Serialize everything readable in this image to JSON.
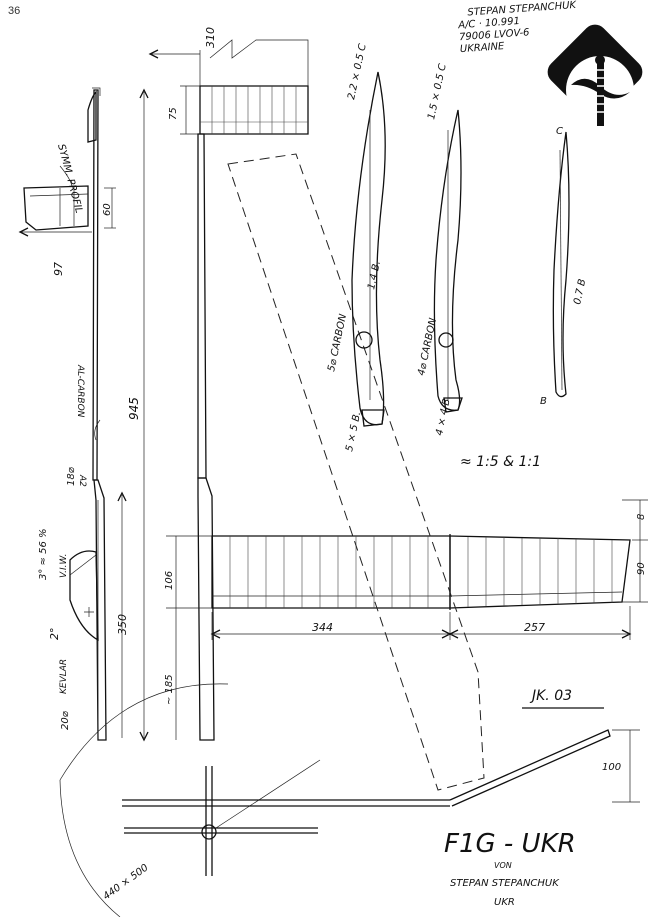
{
  "page_number": "36",
  "header": {
    "line1": "STEPAN STEPANCHUK",
    "line2": "A/C · 10.991",
    "line3": "79006 LVOV-6",
    "line4": "UKRAINE"
  },
  "logo": {
    "icon": "propeller-badge-icon"
  },
  "dims": {
    "d310": "310",
    "d75": "75",
    "d60": "60",
    "d97": "97",
    "d945": "945",
    "d18": "18⌀",
    "d350": "350",
    "d106": "106",
    "d185": "~ 185",
    "d20": "20⌀",
    "d344": "344",
    "d257": "257",
    "d8": "8",
    "d90": "90",
    "d100": "100",
    "d440": "440 × 500"
  },
  "labels": {
    "symm_profil": "SYMM. PROFIL",
    "al_carbon": "AL-CARBON",
    "a2": "A2",
    "incidence": "3° ≈ 56 %",
    "viw": "V.I.W.",
    "deg2": "2°",
    "kevlar": "KEVLAR",
    "scale": "≈ 1:5 & 1:1",
    "signature": "JK. 03"
  },
  "sections": {
    "s1_tip": "2.2 × 0.5 C",
    "s1_thick": "1.4 B.",
    "s1_spar": "5⌀ CARBON",
    "s1_le": "5 × 5 B.",
    "s2_tip": "1.5 × 0.5 C",
    "s2_spar": "4⌀ CARBON",
    "s2_le": "4 × 4 B.",
    "s3_tip": "C",
    "s3_thick": "0.7 B",
    "s3_le": "B"
  },
  "title": {
    "main": "F1G - UKR",
    "von": "VON",
    "author": "STEPAN STEPANCHUK",
    "country": "UKR"
  }
}
